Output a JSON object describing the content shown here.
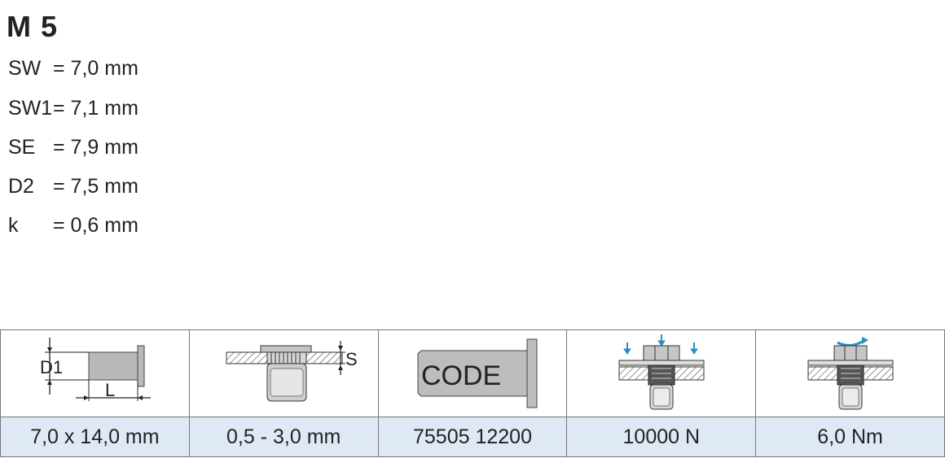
{
  "title": "M 5",
  "specs": [
    {
      "key": "SW",
      "value": "= 7,0 mm"
    },
    {
      "key": "SW1",
      "value": "= 7,1 mm"
    },
    {
      "key": "SE",
      "value": "= 7,9 mm"
    },
    {
      "key": "D2",
      "value": "= 7,5 mm"
    },
    {
      "key": "k",
      "value": "= 0,6 mm"
    }
  ],
  "icons": {
    "dimension_labels": {
      "d1": "D1",
      "l": "L"
    },
    "thickness_label": "S",
    "code_label": "CODE"
  },
  "values": [
    "7,0 x 14,0 mm",
    "0,5 - 3,0 mm",
    "75505 12200",
    "10000 N",
    "6,0 Nm"
  ],
  "colors": {
    "value_row_bg": "#dfe9f5",
    "arrow_blue": "#2a8fc8",
    "part_gray": "#b9b9b9"
  }
}
